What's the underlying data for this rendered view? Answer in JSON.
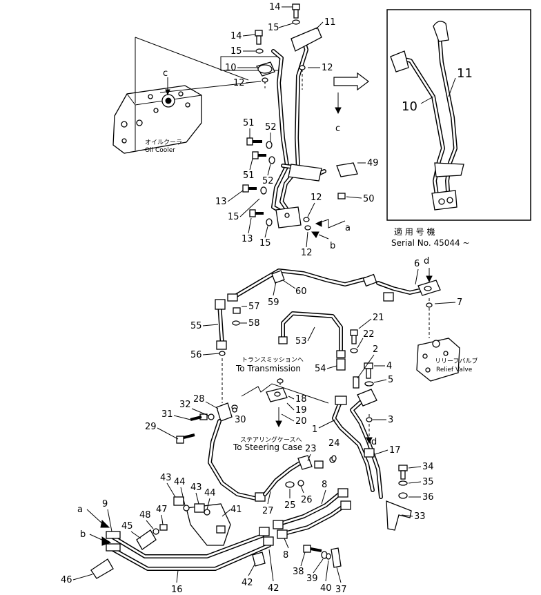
{
  "callouts": {
    "top": {
      "p14a": "14",
      "p15a": "15",
      "p11": "11",
      "p14b": "14",
      "p15b": "15",
      "p10": "10",
      "p12a": "12",
      "p12b": "12",
      "c_top": "c",
      "c_arrow": "c",
      "p51a": "51",
      "p52a": "52",
      "p49": "49",
      "p51b": "51",
      "p52b": "52",
      "p13a": "13",
      "p12c": "12",
      "p50": "50",
      "p15c": "15",
      "a_top": "a",
      "p13b": "13",
      "p15d": "15",
      "b_top": "b",
      "p12d": "12"
    },
    "inset": {
      "p11": "11",
      "p10": "10"
    },
    "mid": {
      "p6": "6",
      "d_top": "d",
      "p7": "7",
      "p60": "60",
      "p59": "59",
      "p57": "57",
      "p55": "55",
      "p58": "58",
      "p21": "21",
      "p22": "22",
      "p53": "53",
      "p2": "2",
      "p56": "56",
      "p54": "54",
      "p4": "4",
      "p5": "5",
      "p28": "28",
      "p32": "32",
      "p18": "18",
      "p19": "19",
      "p31": "31",
      "p30": "30",
      "p20": "20",
      "p3": "3",
      "p29": "29",
      "p1": "1",
      "d_bottom": "d",
      "p24": "24",
      "p17": "17",
      "p23": "23"
    },
    "bottom": {
      "p34": "34",
      "p35": "35",
      "p36": "36",
      "p43a": "43",
      "p44a": "44",
      "p43b": "43",
      "p44b": "44",
      "p8a": "8",
      "p9": "9",
      "p25": "25",
      "p26": "26",
      "p27": "27",
      "p41": "41",
      "p33": "33",
      "p47": "47",
      "p48": "48",
      "a_bottom": "a",
      "p45": "45",
      "b_bottom": "b",
      "p8b": "8",
      "p46": "46",
      "p38": "38",
      "p39": "39",
      "p40": "40",
      "p42a": "42",
      "p42b": "42",
      "p37": "37",
      "p16": "16"
    }
  },
  "labels": {
    "oil_cooler_jp": "オイルクーラ",
    "oil_cooler_en": "Oil Cooler",
    "serial_jp": "適 用 号 機",
    "serial_en": "Serial No. 45044 ~",
    "to_transmission_jp": "トランスミッションへ",
    "to_transmission_en": "To Transmission",
    "to_steering_jp": "ステアリングケースへ",
    "to_steering_en": "To Steering Case",
    "relief_valve_jp": "リリーフバルブ",
    "relief_valve_en": "Relief Valve"
  }
}
